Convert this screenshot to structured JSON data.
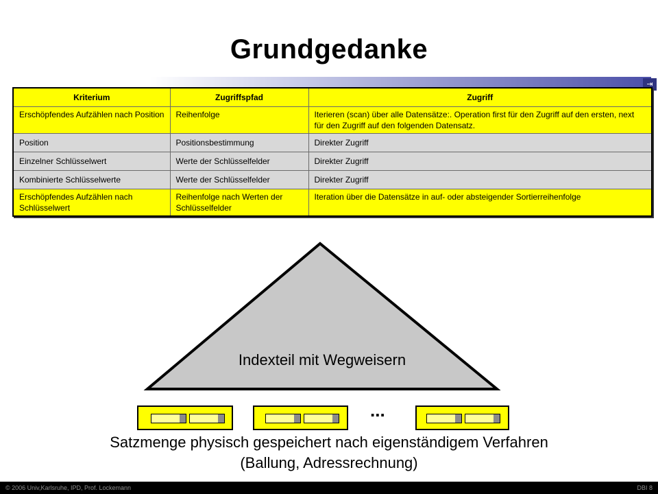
{
  "title": "Grundgedanke",
  "corner_icon": "navigation-icon",
  "table": {
    "headers": [
      "Kriterium",
      "Zugriffspfad",
      "Zugriff"
    ],
    "rows": [
      {
        "style": "yellow",
        "cells": [
          "Erschöpfendes Aufzählen nach Position",
          "Reihenfolge",
          "Iterieren (scan) über alle Datensätze:. Operation first für den Zugriff auf den ersten, next für den Zugriff auf den folgenden Datensatz."
        ]
      },
      {
        "style": "gray",
        "cells": [
          "Position",
          "Positionsbestimmung",
          "Direkter Zugriff"
        ]
      },
      {
        "style": "gray",
        "cells": [
          "Einzelner Schlüsselwert",
          "Werte der Schlüsselfelder",
          "Direkter Zugriff"
        ]
      },
      {
        "style": "gray",
        "cells": [
          "Kombinierte Schlüsselwerte",
          "Werte der Schlüsselfelder",
          "Direkter Zugriff"
        ]
      },
      {
        "style": "yellow",
        "cells": [
          "Erschöpfendes Aufzählen nach Schlüsselwert",
          "Reihenfolge nach Werten der Schlüsselfelder",
          "Iteration über die Datensätze in auf- oder absteigender Sortierreihenfolge"
        ]
      }
    ]
  },
  "diagram": {
    "index_label": "Indexteil mit Wegweisern",
    "ellipsis": "...",
    "caption_line1": "Satzmenge physisch gespeichert nach eigenständigem Verfahren",
    "caption_line2": "(Ballung, Adressrechnung)"
  },
  "footer": {
    "left": "© 2006 Univ,Karlsruhe, IPD, Prof. Lockemann",
    "right": "DBI 8"
  },
  "colors": {
    "highlight": "#ffff00",
    "row_gray": "#d8d8d8",
    "triangle": "#c8c8c8"
  }
}
